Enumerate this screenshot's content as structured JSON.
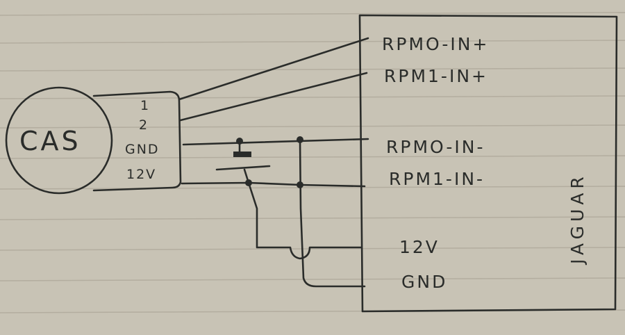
{
  "diagram": {
    "sensor": {
      "label": "CAS",
      "pins": [
        "1",
        "2",
        "GND",
        "12V"
      ]
    },
    "controller": {
      "label": "JAGUAR",
      "terminals": [
        "RPMO-IN+",
        "RPM1-IN+",
        "RPMO-IN-",
        "RPM1-IN-",
        "12V",
        "GND"
      ]
    },
    "colors": {
      "paper": "#c8c3b5",
      "ink": "#2a2c2a",
      "rule": "#b3ad9f"
    }
  }
}
